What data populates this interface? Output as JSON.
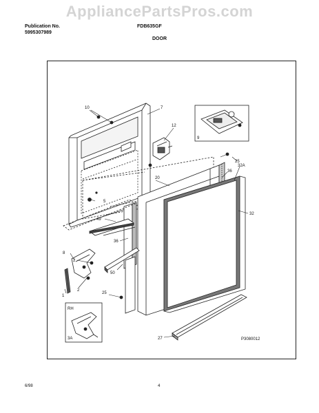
{
  "watermark": "AppliancePartsPros.com",
  "header": {
    "publication_label": "Publication No.",
    "publication_number": "5995307989",
    "model": "FDB635GF",
    "section": "DOOR"
  },
  "callouts": {
    "c10": "10",
    "c7": "7",
    "c12": "12",
    "c9": "9",
    "c25a": "25",
    "c36a": "36",
    "c32a": "32A",
    "c20": "20",
    "c5": "5",
    "c32": "32",
    "c49": "49",
    "c36b": "36",
    "c8": "8",
    "c2a": "2",
    "c2b": "2",
    "c50": "50",
    "c1": "1",
    "c25b": "25",
    "c27": "27",
    "rh": "RH",
    "c3a": "3A",
    "code": "P3080012"
  },
  "footer": {
    "date": "6/98",
    "page": "4"
  }
}
